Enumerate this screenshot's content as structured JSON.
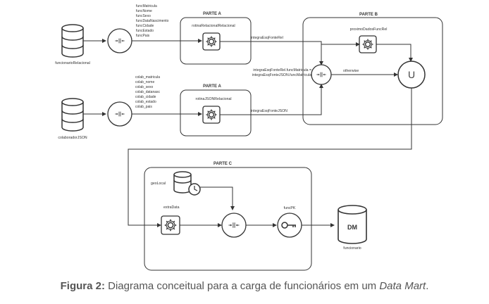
{
  "nodes": {
    "funcionario_relacional": "funcionarioRelacional",
    "colaborador_json": "colaboradorJSON",
    "rotina_relacional": "rotinaRelacionalRelacional",
    "rotina_json": "rotinaJSONRelacional",
    "proximo_dados": "proximoDadosFuncRel",
    "geo_local": "geoLocal",
    "extra_data": "extraData",
    "func_pk": "funcPK",
    "funcionario": "funcionario",
    "dm": "DM",
    "union": "U"
  },
  "parts": {
    "a_top": "PARTE A",
    "a_bottom": "PARTE A",
    "b": "PARTE B",
    "c": "PARTE C"
  },
  "fields_top": [
    "funcMatricula",
    "funcNome",
    "funcSexo",
    "funcDataNascimento",
    "funcCidade",
    "funcEstado",
    "funcPais"
  ],
  "fields_bottom": [
    "colab_matricula",
    "colab_nome",
    "colab_sexo",
    "colab_datanasc",
    "colab_cidade",
    "colab_estado",
    "colab_pais"
  ],
  "edges": {
    "integra_rel": "integraEsqFonteRel",
    "integra_json": "integraEsqFonteJSON",
    "join_cond_1": "integraEsqFonteRel.funcMatricula =",
    "join_cond_2": "integraEsqFonteJSON.funcMatricula",
    "otherwise": "otherwise"
  },
  "caption": {
    "prefix": "Figura 2:",
    "text": " Diagrama conceitual para a carga de funcionários em um ",
    "italic": "Data Mart",
    "suffix": "."
  },
  "icons": [
    "database-icon",
    "join-icon",
    "gear-icon",
    "union-icon",
    "clock-icon",
    "key-icon"
  ]
}
